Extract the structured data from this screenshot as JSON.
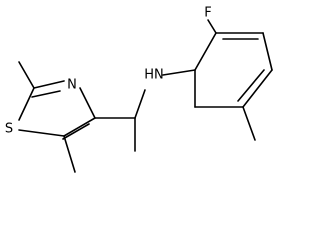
{
  "structure": {
    "labels": {
      "fluorine": "F",
      "amine": "HN",
      "thiazole_nitrogen": "N",
      "thiazole_sulfur": "S"
    }
  }
}
